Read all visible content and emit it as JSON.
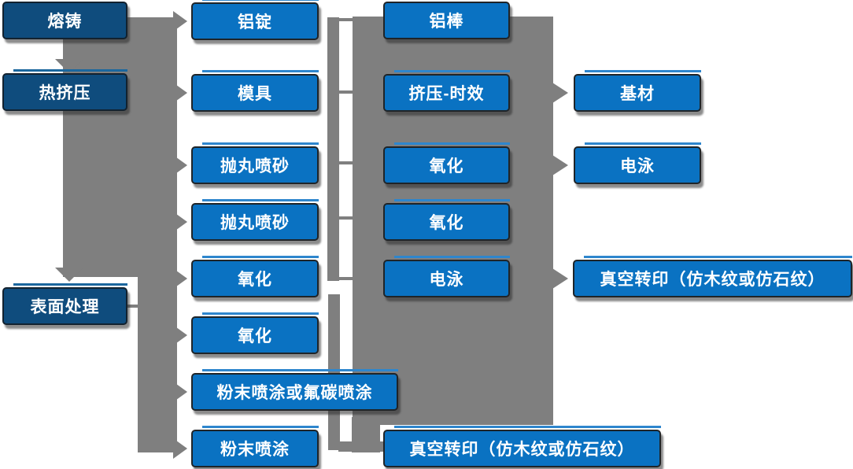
{
  "diagram": {
    "type": "process-flowchart",
    "language": "zh-CN",
    "colors": {
      "process_box_fill": "#0a72c2",
      "stage_box_fill": "#0f4c7d",
      "box_border": "#1f2428",
      "connector_gray": "#7f7f7f",
      "text": "#ffffff",
      "background": "#ffffff"
    },
    "flow": {
      "col1": [
        "熔铸",
        "热挤压",
        "表面处理"
      ],
      "col2": [
        "铝锭",
        "模具",
        "抛丸喷砂",
        "抛丸喷砂",
        "氧化",
        "氧化",
        "粉末喷涂或氟碳喷涂",
        "粉末喷涂"
      ],
      "col3": [
        "铝棒",
        "挤压-时效",
        "氧化",
        "氧化",
        "电泳",
        "真空转印（仿木纹或仿石纹）"
      ],
      "col4": [
        "基材",
        "电泳",
        "真空转印（仿木纹或仿石纹）"
      ]
    }
  }
}
